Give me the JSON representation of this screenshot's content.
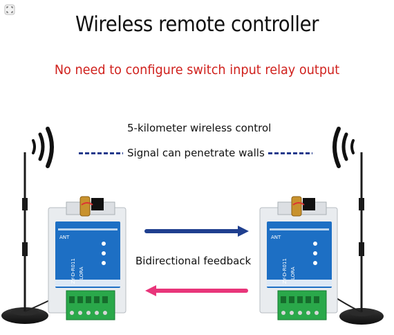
{
  "title": "Wireless remote controller",
  "subtitle": "No need to configure switch input relay output",
  "labels": {
    "range": "5-kilometer wireless control",
    "walls": "Signal can penetrate walls",
    "feedback": "Bidirectional feedback"
  },
  "device": {
    "ant_label": "ANT",
    "model": "ZY-D-R011",
    "type_text": "LORA"
  },
  "colors": {
    "title": "#111111",
    "subtitle": "#d0211d",
    "arrow_forward": "#1f3f8f",
    "arrow_back": "#e8357a",
    "device_blue": "#1d6fc4",
    "terminal_green": "#2aa84a"
  },
  "icons": {
    "corner": "expand-icon",
    "signal_left": "wireless-waves-icon",
    "signal_right": "wireless-waves-icon"
  }
}
